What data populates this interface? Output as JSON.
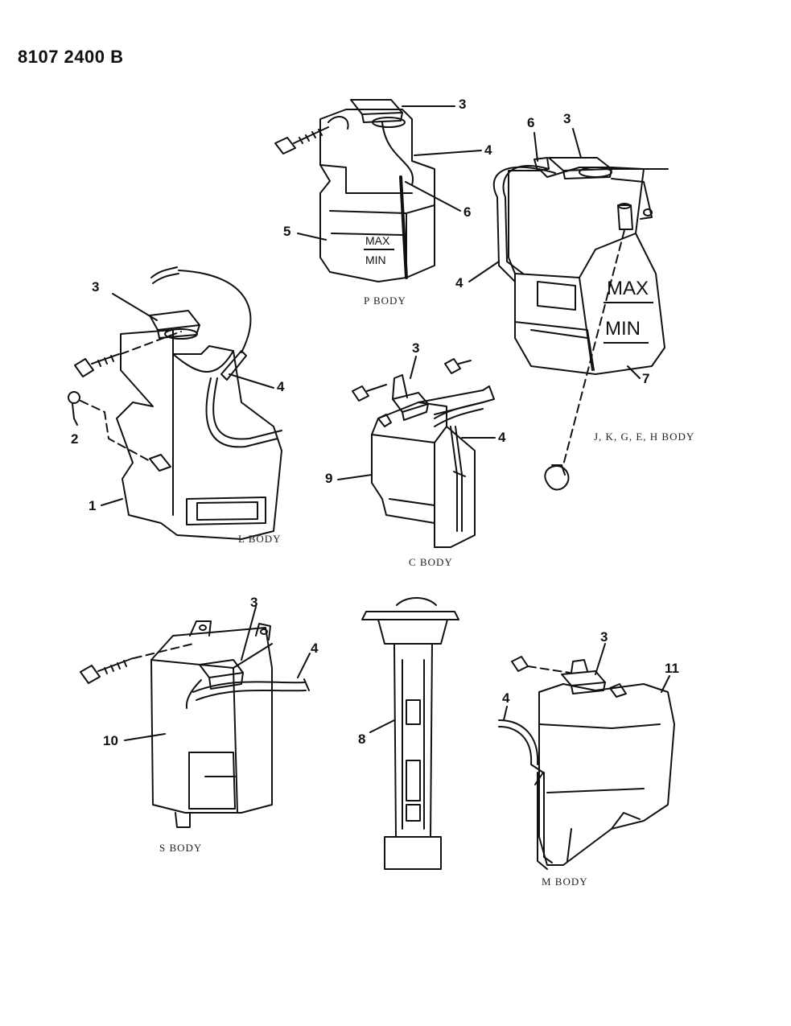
{
  "document": {
    "number": "8107 2400 B"
  },
  "captions": {
    "p": "P BODY",
    "jk": "J, K, G, E, H BODY",
    "l": "L BODY",
    "c": "C BODY",
    "s": "S BODY",
    "m": "M BODY"
  },
  "tank_text": {
    "max": "MAX",
    "min": "MIN"
  },
  "callouts": [
    "3",
    "4",
    "6",
    "5",
    "6",
    "3",
    "4",
    "7",
    "3",
    "4",
    "2",
    "1",
    "3",
    "4",
    "9",
    "3",
    "4",
    "10",
    "8",
    "3",
    "11",
    "4"
  ]
}
